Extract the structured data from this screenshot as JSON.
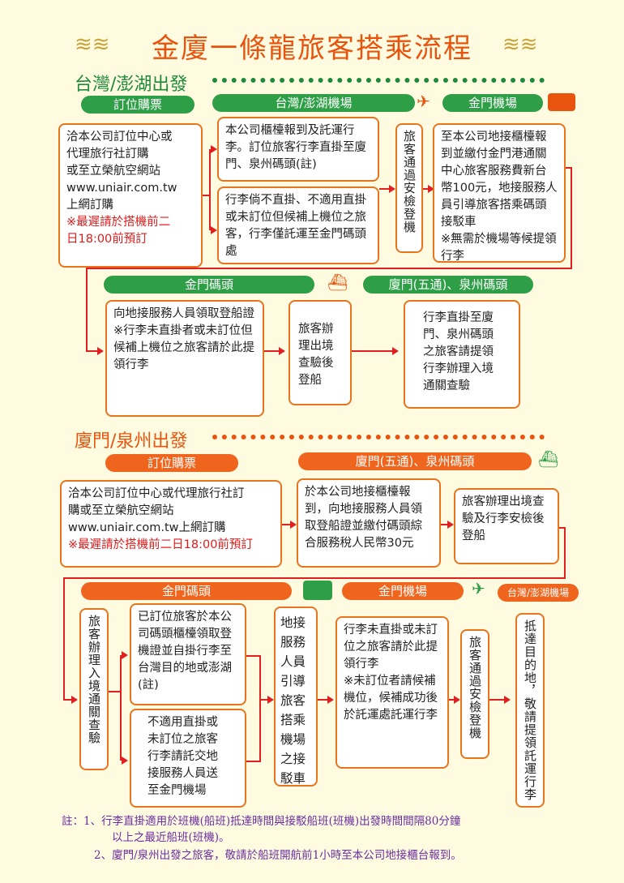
{
  "title": "金廈一條龍旅客搭乘流程",
  "section1": {
    "heading": "台灣/澎湖出發",
    "pill_booking": "訂位購票",
    "pill_tw_airport": "台灣/澎湖機場",
    "pill_km_airport": "金門機場",
    "box_booking": [
      "洽本公司訂位中心或",
      "代理旅行社訂購",
      "或至立榮航空網站",
      "www.uniair.com.tw",
      "上網訂購"
    ],
    "box_booking_warn": [
      "※最遲請於搭機前二",
      "日18:00前預訂"
    ],
    "box_checkin": "本公司櫃檯報到及託運行李。訂位旅客行李直掛至廈門、泉州碼頭(註)",
    "box_standby": "行李倘不直掛、不適用直掛或未訂位但候補上機位之旅客，行李僅託運至金門碼頭處",
    "vbox_security": "旅客通過安檢登機",
    "box_km_counter": "至本公司地接櫃檯報到並繳付金門港通關中心旅客服務費新台幣100元，地接服務人員引導旅客搭乘碼頭接駁車\n※無需於機場等候提領行李",
    "pill_km_pier": "金門碼頭",
    "pill_xm_pier": "廈門(五通)、泉州碼頭",
    "box_pier": "向地接服務人員領取登船證\n※行李未直掛者或未訂位但候補上機位之旅客請於此提領行李",
    "box_immigration": "旅客辦理出境查驗後登船",
    "box_arrival": "行李直掛至廈門、泉州碼頭之旅客請提領行李辦理入境通關查驗"
  },
  "section2": {
    "heading": "廈門/泉州出發",
    "pill_booking": "訂位購票",
    "pill_xm_pier": "廈門(五通)、泉州碼頭",
    "box_booking": [
      "洽本公司訂位中心或代理旅行社訂",
      "購或至立榮航空網站",
      "www.uniair.com.tw上網訂購"
    ],
    "box_booking_warn": "※最遲請於搭機前二日18:00前預訂",
    "box_counter": "於本公司地接櫃檯報到，向地接服務人員領取登船證並繳付碼頭綜合服務稅人民幣30元",
    "box_board": "旅客辦理出境查驗及行李安檢後登船",
    "pill_km_pier": "金門碼頭",
    "pill_km_airport": "金門機場",
    "pill_tw_airport": "台灣/澎湖機場",
    "vbox_entry": "旅客辦理入境通關查驗",
    "box_booked": "已訂位旅客於本公司碼頭櫃檯領取登機證並自掛行李至台灣目的地或澎湖(註)",
    "box_unbooked": "不適用直掛或未訂位之旅客行李請託交地接服務人員送至金門機場",
    "vbox_guide": "地接服務人員引導旅客搭乘機場之接駁車",
    "box_airport": "行李未直掛或未訂位之旅客請於此提領行李\n※未訂位者請候補機位，候補成功後於託運處託運行李",
    "vbox_security": "旅客通過安檢登機",
    "vbox_arrive": "抵達目的地，敬請提領託運行李"
  },
  "notes": [
    "註：1、行李直掛適用於班機(船班)抵達時間與接駁船班(班機)出發時間間隔80分鐘",
    "以上之最近船班(班機)。",
    "2、廈門/泉州出發之旅客，敬請於船班開航前1小時至本公司地接櫃台報到。"
  ],
  "icons": [
    "bus-icon",
    "airplane-icon",
    "ship-icon"
  ],
  "colors": {
    "orange": "#e8540e",
    "green": "#2e9f47",
    "red": "#e01b1b",
    "purple": "#6b2ea0",
    "background": "#fffbe0"
  }
}
